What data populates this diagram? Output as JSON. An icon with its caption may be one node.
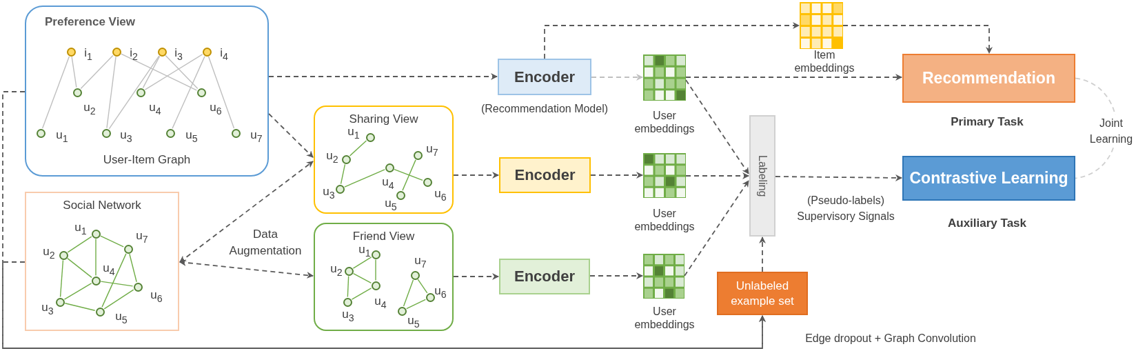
{
  "diagram": {
    "nodes": [
      {
        "text": [
          "Preference View",
          "User-Item Graph"
        ]
      },
      {
        "text": [],
        "shape": "circle",
        "beside": [
          "i$_{1}$"
        ],
        "in": 0
      },
      {
        "text": [],
        "shape": "circle",
        "beside": [
          "i$_{2}$"
        ],
        "in": 0
      },
      {
        "text": [],
        "shape": "circle",
        "beside": [
          "i$_{3}$"
        ],
        "in": 0
      },
      {
        "text": [],
        "shape": "circle",
        "beside": [
          "i$_{4}$"
        ],
        "in": 0
      },
      {
        "text": [],
        "shape": "circle",
        "beside": [
          "u$_{1}$"
        ],
        "in": 0
      },
      {
        "text": [],
        "shape": "circle",
        "beside": [
          "u$_{2}$"
        ],
        "in": 0
      },
      {
        "text": [],
        "shape": "circle",
        "beside": [
          "u$_{3}$"
        ],
        "in": 0
      },
      {
        "text": [],
        "shape": "circle",
        "beside": [
          "u$_{4}$"
        ],
        "in": 0
      },
      {
        "text": [],
        "shape": "circle",
        "beside": [
          "u$_{5}$"
        ],
        "in": 0
      },
      {
        "text": [],
        "shape": "circle",
        "beside": [
          "u$_{6}$"
        ],
        "in": 0
      },
      {
        "text": [],
        "shape": "circle",
        "beside": [
          "u$_{7}$"
        ],
        "in": 0
      },
      {
        "text": [
          "Encoder"
        ],
        "beside": [
          "(Recommendation Model)"
        ]
      },
      {
        "text": [],
        "shape": "grid",
        "beside": [
          "User embeddings"
        ]
      },
      {
        "text": [],
        "shape": "grid",
        "beside": [
          "Item embeddings"
        ]
      },
      {
        "text": [
          "Recommendation"
        ],
        "beside": [
          "Primary Task"
        ]
      },
      {
        "text": [
          "Sharing View"
        ]
      },
      {
        "text": [],
        "shape": "circle",
        "beside": [
          "u$_{1}$"
        ],
        "in": 16
      },
      {
        "text": [],
        "shape": "circle",
        "beside": [
          "u$_{2}$"
        ],
        "in": 16
      },
      {
        "text": [],
        "shape": "circle",
        "beside": [
          "u$_{3}$"
        ],
        "in": 16
      },
      {
        "text": [],
        "shape": "circle",
        "beside": [
          "u$_{4}$"
        ],
        "in": 16
      },
      {
        "text": [],
        "shape": "circle",
        "beside": [
          "u$_{5}$"
        ],
        "in": 16
      },
      {
        "text": [],
        "shape": "circle",
        "beside": [
          "u$_{6}$"
        ],
        "in": 16
      },
      {
        "text": [],
        "shape": "circle",
        "beside": [
          "u$_{7}$"
        ],
        "in": 16
      },
      {
        "text": [
          "Encoder"
        ]
      },
      {
        "text": [],
        "shape": "grid",
        "beside": [
          "User embeddings"
        ]
      },
      {
        "text": [
          "Labeling"
        ]
      },
      {
        "text": [
          "Contrastive Learning"
        ],
        "beside": [
          "Auxiliary Task"
        ]
      },
      {
        "text": [
          "Social Network"
        ]
      },
      {
        "text": [],
        "shape": "circle",
        "beside": [
          "u$_{1}$"
        ],
        "in": 28
      },
      {
        "text": [],
        "shape": "circle",
        "beside": [
          "u$_{2}$"
        ],
        "in": 28
      },
      {
        "text": [],
        "shape": "circle",
        "beside": [
          "u$_{3}$"
        ],
        "in": 28
      },
      {
        "text": [],
        "shape": "circle",
        "beside": [
          "u$_{4}$"
        ],
        "in": 28
      },
      {
        "text": [],
        "shape": "circle",
        "beside": [
          "u$_{5}$"
        ],
        "in": 28
      },
      {
        "text": [],
        "shape": "circle",
        "beside": [
          "u$_{6}$"
        ],
        "in": 28
      },
      {
        "text": [],
        "shape": "circle",
        "beside": [
          "u$_{7}$"
        ],
        "in": 28
      },
      {
        "text": [
          "Friend View"
        ]
      },
      {
        "text": [],
        "shape": "circle",
        "beside": [
          "u$_{1}$"
        ],
        "in": 36
      },
      {
        "text": [],
        "shape": "circle",
        "beside": [
          "u$_{2}$"
        ],
        "in": 36
      },
      {
        "text": [],
        "shape": "circle",
        "beside": [
          "u$_{3}$"
        ],
        "in": 36
      },
      {
        "text": [],
        "shape": "circle",
        "beside": [
          "u$_{4}$"
        ],
        "in": 36
      },
      {
        "text": [],
        "shape": "circle",
        "beside": [
          "u$_{5}$"
        ],
        "in": 36
      },
      {
        "text": [],
        "shape": "circle",
        "beside": [
          "u$_{6}$"
        ],
        "in": 36
      },
      {
        "text": [],
        "shape": "circle",
        "beside": [
          "u$_{7}$"
        ],
        "in": 36
      },
      {
        "text": [
          "Encoder"
        ]
      },
      {
        "text": [],
        "shape": "grid",
        "beside": [
          "User embeddings"
        ]
      },
      {
        "text": [
          "Unlabeled example set"
        ]
      }
    ],
    "edges": [
      {
        "from": 0,
        "to": 12,
        "arrow": "to",
        "style": "dashed",
        "color": "#595959"
      },
      {
        "from": 12,
        "to": 13,
        "arrow": "to",
        "style": "dashed",
        "color": "#bfbfbf"
      },
      {
        "from": 12,
        "to": 14,
        "arrow": "to",
        "style": "dashed",
        "color": "#595959"
      },
      {
        "from": 14,
        "to": 15,
        "arrow": "to",
        "style": "dashed",
        "color": "#595959"
      },
      {
        "from": 13,
        "to": 15,
        "arrow": "to",
        "style": "dashed",
        "color": "#595959"
      },
      {
        "from": 13,
        "to": 26,
        "arrow": "to",
        "style": "dashed",
        "color": "#595959"
      },
      {
        "from": 0,
        "to": 16,
        "arrow": "to",
        "style": "dashed",
        "color": "#595959"
      },
      {
        "from": 28,
        "to": 16,
        "arrow": "both",
        "style": "dashed",
        "color": "#595959"
      },
      {
        "from": 28,
        "to": 36,
        "arrow": "both",
        "style": "dashed",
        "color": "#595959"
      },
      {
        "from": 16,
        "to": 24,
        "arrow": "to",
        "style": "dashed",
        "color": "#595959"
      },
      {
        "from": 24,
        "to": 25,
        "arrow": "to",
        "style": "dashed",
        "color": "#595959"
      },
      {
        "from": 25,
        "to": 26,
        "arrow": "to",
        "style": "dashed",
        "color": "#595959"
      },
      {
        "from": 36,
        "to": 44,
        "arrow": "to",
        "style": "dashed",
        "color": "#595959"
      },
      {
        "from": 44,
        "to": 45,
        "arrow": "to",
        "style": "dashed",
        "color": "#595959"
      },
      {
        "from": 45,
        "to": 26,
        "arrow": "to",
        "style": "dashed",
        "color": "#595959"
      },
      {
        "from": 26,
        "to": 27,
        "arrow": "to",
        "label": "(Pseudo-labels) Supervisory Signals",
        "style": "dashed",
        "color": "#595959"
      },
      {
        "from": 46,
        "to": 26,
        "arrow": "to",
        "style": "dashed",
        "color": "#595959"
      },
      {
        "from": 0,
        "to": 46,
        "arrow": "to",
        "label": "Edge dropout + Graph Convolution",
        "style": "dashed",
        "color": "#595959"
      },
      {
        "from": 28,
        "to": 46,
        "arrow": "to",
        "style": "dashed",
        "color": "#595959"
      },
      {
        "from": 15,
        "to": 27,
        "arrow": "none",
        "label": "Joint Learning",
        "style": "dashed",
        "color": "#d0d0d0"
      },
      {
        "from": 1,
        "to": 5,
        "arrow": "none",
        "color": "#bfbfbf"
      },
      {
        "from": 1,
        "to": 6,
        "arrow": "none",
        "color": "#bfbfbf"
      },
      {
        "from": 2,
        "to": 6,
        "arrow": "none",
        "color": "#bfbfbf"
      },
      {
        "from": 2,
        "to": 7,
        "arrow": "none",
        "color": "#bfbfbf"
      },
      {
        "from": 2,
        "to": 10,
        "arrow": "none",
        "color": "#bfbfbf"
      },
      {
        "from": 3,
        "to": 7,
        "arrow": "none",
        "color": "#bfbfbf"
      },
      {
        "from": 3,
        "to": 8,
        "arrow": "none",
        "color": "#bfbfbf"
      },
      {
        "from": 3,
        "to": 10,
        "arrow": "none",
        "color": "#bfbfbf"
      },
      {
        "from": 4,
        "to": 8,
        "arrow": "none",
        "color": "#bfbfbf"
      },
      {
        "from": 4,
        "to": 9,
        "arrow": "none",
        "color": "#bfbfbf"
      },
      {
        "from": 4,
        "to": 11,
        "arrow": "none",
        "color": "#bfbfbf"
      },
      {
        "from": 17,
        "to": 18,
        "arrow": "none"
      },
      {
        "from": 18,
        "to": 19,
        "arrow": "none"
      },
      {
        "from": 19,
        "to": 20,
        "arrow": "none"
      },
      {
        "from": 20,
        "to": 22,
        "arrow": "none"
      },
      {
        "from": 23,
        "to": 21,
        "arrow": "none"
      },
      {
        "from": 29,
        "to": 30,
        "arrow": "none"
      },
      {
        "from": 29,
        "to": 35,
        "arrow": "none"
      },
      {
        "from": 29,
        "to": 32,
        "arrow": "none"
      },
      {
        "from": 30,
        "to": 32,
        "arrow": "none"
      },
      {
        "from": 30,
        "to": 31,
        "arrow": "none"
      },
      {
        "from": 32,
        "to": 31,
        "arrow": "none"
      },
      {
        "from": 32,
        "to": 34,
        "arrow": "none"
      },
      {
        "from": 35,
        "to": 34,
        "arrow": "none"
      },
      {
        "from": 35,
        "to": 33,
        "arrow": "none"
      },
      {
        "from": 31,
        "to": 33,
        "arrow": "none"
      },
      {
        "from": 33,
        "to": 34,
        "arrow": "none"
      },
      {
        "from": 37,
        "to": 38,
        "arrow": "none"
      },
      {
        "from": 37,
        "to": 40,
        "arrow": "none"
      },
      {
        "from": 38,
        "to": 40,
        "arrow": "none"
      },
      {
        "from": 38,
        "to": 39,
        "arrow": "none"
      },
      {
        "from": 39,
        "to": 40,
        "arrow": "none"
      },
      {
        "from": 43,
        "to": 42,
        "arrow": "none"
      },
      {
        "from": 43,
        "to": 41,
        "arrow": "none"
      },
      {
        "from": 42,
        "to": 41,
        "arrow": "none"
      }
    ],
    "labels": [
      "Data Augmentation"
    ]
  }
}
